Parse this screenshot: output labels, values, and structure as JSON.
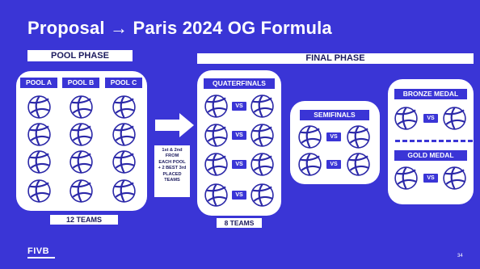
{
  "slide": {
    "title": "Proposal → Paris 2024 OG Formula",
    "page_number": "34",
    "logo_text": "FIVB",
    "background_color": "#3a35d6"
  },
  "pool_phase": {
    "heading": "POOL PHASE",
    "pools": [
      "POOL A",
      "POOL B",
      "POOL C"
    ],
    "count_label": "12 TEAMS"
  },
  "advancement_note": [
    "1st & 2nd",
    "FROM",
    "EACH POOL",
    "+ 2 BEST 3rd",
    "PLACED",
    "TEAMS"
  ],
  "final_phase": {
    "heading": "FINAL PHASE",
    "quarterfinals_label": "QUATERFINALS",
    "quarterfinals_count": "8 TEAMS",
    "semifinals_label": "SEMIFINALS",
    "bronze_label": "BRONZE MEDAL",
    "gold_label": "GOLD MEDAL",
    "vs_label": "VS"
  },
  "icons": {
    "ball": "volleyball-icon",
    "arrow": "right-arrow-icon"
  }
}
